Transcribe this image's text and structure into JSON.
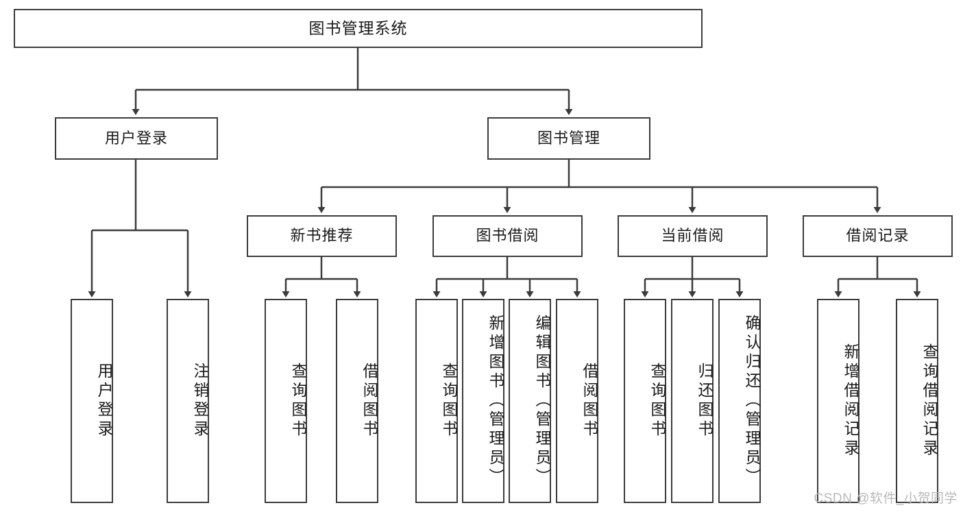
{
  "diagram": {
    "title": "图书管理系统",
    "type": "hierarchy-tree",
    "watermark": "CSDN @软件_小贺同学",
    "colors": {
      "border": "#3b3b3b",
      "background": "#ffffff",
      "text": "#1a1a1a",
      "watermark": "#b9b9b9"
    },
    "nodes": {
      "root": {
        "label": "图书管理系统",
        "level": 1
      },
      "level2": [
        {
          "id": "user-login",
          "label": "用户登录"
        },
        {
          "id": "book-manage",
          "label": "图书管理"
        }
      ],
      "level3": [
        {
          "id": "new-book-rec",
          "label": "新书推荐",
          "parent": "book-manage"
        },
        {
          "id": "book-borrow",
          "label": "图书借阅",
          "parent": "book-manage"
        },
        {
          "id": "current-borrow",
          "label": "当前借阅",
          "parent": "book-manage"
        },
        {
          "id": "borrow-record",
          "label": "借阅记录",
          "parent": "book-manage"
        }
      ],
      "leaves": [
        {
          "id": "leaf-user-login",
          "label": "用户登录",
          "parent": "user-login"
        },
        {
          "id": "leaf-user-logout",
          "label": "注销登录",
          "parent": "user-login"
        },
        {
          "id": "leaf-query-book-1",
          "label": "查询图书",
          "parent": "new-book-rec"
        },
        {
          "id": "leaf-borrow-book-1",
          "label": "借阅图书",
          "parent": "new-book-rec"
        },
        {
          "id": "leaf-query-book-2",
          "label": "查询图书",
          "parent": "book-borrow"
        },
        {
          "id": "leaf-add-book",
          "label": "新增图书（管理员）",
          "parent": "book-borrow"
        },
        {
          "id": "leaf-edit-book",
          "label": "编辑图书（管理员）",
          "parent": "book-borrow"
        },
        {
          "id": "leaf-borrow-book-2",
          "label": "借阅图书",
          "parent": "book-borrow"
        },
        {
          "id": "leaf-query-book-3",
          "label": "查询图书",
          "parent": "current-borrow"
        },
        {
          "id": "leaf-return-book",
          "label": "归还图书",
          "parent": "current-borrow"
        },
        {
          "id": "leaf-confirm-return",
          "label": "确认归还（管理员）",
          "parent": "current-borrow"
        },
        {
          "id": "leaf-add-record",
          "label": "新增借阅记录",
          "parent": "borrow-record"
        },
        {
          "id": "leaf-query-record",
          "label": "查询借阅记录",
          "parent": "borrow-record"
        }
      ]
    }
  }
}
